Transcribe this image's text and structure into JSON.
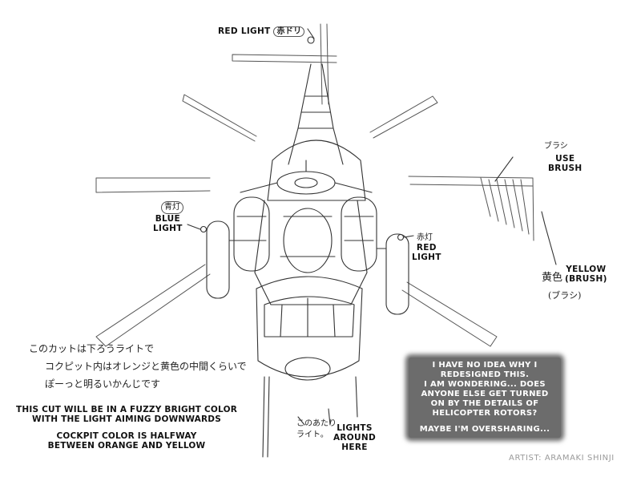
{
  "labels": {
    "red_light_top": "RED LIGHT",
    "red_light_top_jp": "赤ドリ",
    "blue_light_jp": "青灯",
    "blue_light": "BLUE\nLIGHT",
    "red_light_right_jp": "赤灯",
    "red_light_right": "RED\nLIGHT",
    "brush_jp": "ブラシ",
    "use_brush": "USE\nBRUSH",
    "yellow_brush": "YELLOW\n(BRUSH)",
    "yellow_brush_jp_1": "黄色",
    "yellow_brush_jp_2": "(ブラシ)",
    "lights_around_here_jp": "このあたり\nライト。",
    "lights_around_here": "LIGHTS\nAROUND\nHERE"
  },
  "notes": {
    "jp_line_1": "このカットは下ろうライトで",
    "jp_line_2": "コクピット内はオレンジと黄色の中間くらいで",
    "jp_line_3": "ぽーっと明るいかんじです",
    "en_line_1": "THIS CUT WILL BE IN A FUZZY BRIGHT COLOR\nWITH THE LIGHT AIMING DOWNWARDS",
    "en_line_2": "COCKPIT COLOR IS HALFWAY\nBETWEEN ORANGE AND YELLOW"
  },
  "overshare": {
    "paragraph_1": "I HAVE NO IDEA WHY I\nREDESIGNED THIS.\nI AM WONDERING... DOES\nANYONE ELSE GET TURNED\nON BY THE DETAILS OF\nHELICOPTER ROTORS?",
    "paragraph_2": "MAYBE I'M OVERSHARING..."
  },
  "credit": "ARTIST: ARAMAKI SHINJI"
}
